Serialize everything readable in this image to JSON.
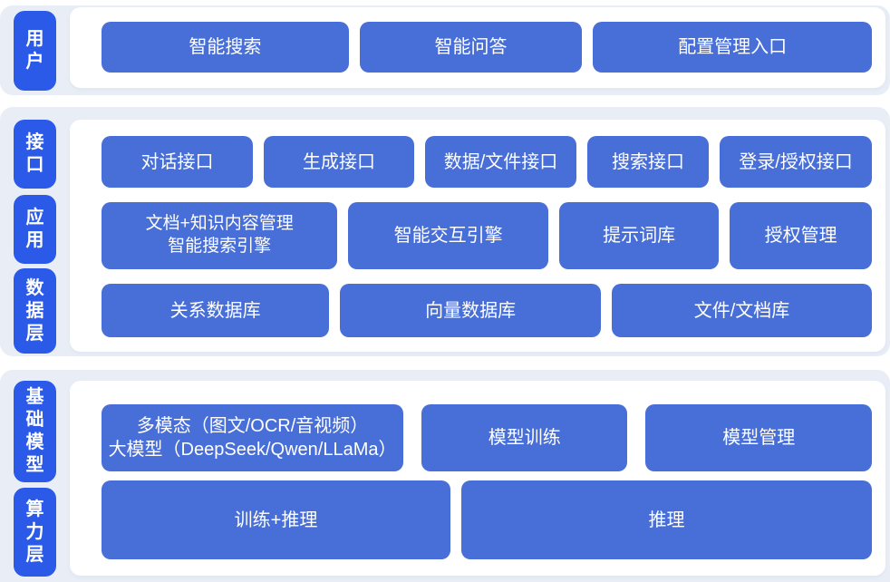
{
  "diagram": {
    "layer_labels": {
      "user": "用户",
      "interface": "接口",
      "application": "应用",
      "data_layer": "数据层",
      "foundation_model": "基础模型",
      "compute_layer": "算力层"
    },
    "user_row": {
      "smart_search": "智能搜索",
      "smart_qa": "智能问答",
      "config_entry": "配置管理入口"
    },
    "interface_row": {
      "dialog_api": "对话接口",
      "generation_api": "生成接口",
      "data_file_api": "数据/文件接口",
      "search_api": "搜索接口",
      "login_auth_api": "登录/授权接口"
    },
    "application_row": {
      "doc_knowledge_line1": "文档+知识内容管理",
      "doc_knowledge_line2": "智能搜索引擎",
      "interaction_engine": "智能交互引擎",
      "prompt_library": "提示词库",
      "auth_mgmt": "授权管理"
    },
    "data_row": {
      "relational_db": "关系数据库",
      "vector_db": "向量数据库",
      "file_doc_store": "文件/文档库"
    },
    "model_row": {
      "multimodal_line1": "多模态（图文/OCR/音视频）",
      "multimodal_line2": "大模型（DeepSeek/Qwen/LLaMa）",
      "model_training": "模型训练",
      "model_mgmt": "模型管理"
    },
    "compute_row": {
      "train_inference": "训练+推理",
      "inference": "推理"
    }
  },
  "colors": {
    "layer_pill": "#2B59E8",
    "block": "#486ED8",
    "band": "#E9EEF6",
    "card": "#FFFFFF",
    "text": "#FFFFFF"
  }
}
